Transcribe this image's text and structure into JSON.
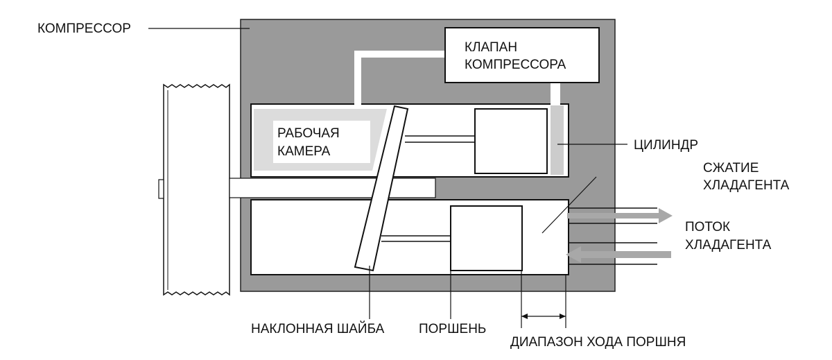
{
  "colors": {
    "housing": "#9a9a9a",
    "chamber_shade": "#dcdcdc",
    "cylinder_strip": "#cccccc",
    "arrow": "#a8a8a8",
    "line": "#111111",
    "background": "#ffffff"
  },
  "labels": {
    "compressor": "КОМПРЕССОР",
    "valve_line1": "КЛАПАН",
    "valve_line2": "КОМПРЕССОРА",
    "chamber_line1": "РАБОЧАЯ",
    "chamber_line2": "КАМЕРА",
    "cylinder": "ЦИЛИНДР",
    "compression_line1": "СЖАТИЕ",
    "compression_line2": "ХЛАДАГЕНТА",
    "flow_line1": "ПОТОК",
    "flow_line2": "ХЛАДАГЕНТА",
    "swash_plate": "НАКЛОННАЯ ШАЙБА",
    "piston": "ПОРШЕНЬ",
    "stroke_range": "ДИАПАЗОН ХОДА ПОРШНЯ"
  }
}
